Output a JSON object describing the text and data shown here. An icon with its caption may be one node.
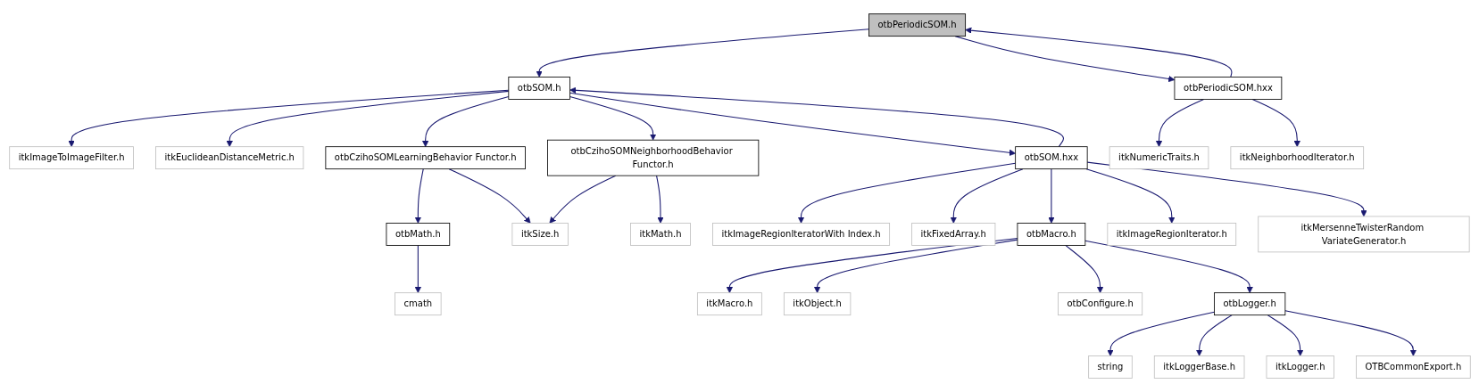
{
  "diagram": {
    "nodes": [
      {
        "text": [
          "otbPeriodicSOM.h"
        ]
      },
      {
        "text": [
          "otbSOM.h"
        ]
      },
      {
        "text": [
          "otbPeriodicSOM.hxx"
        ]
      },
      {
        "text": [
          "itkImageToImageFilter.h"
        ]
      },
      {
        "text": [
          "itkEuclideanDistanceMetric.h"
        ]
      },
      {
        "text": [
          "otbCzihoSOMLearningBehavior Functor.h"
        ]
      },
      {
        "text": [
          "otbCzihoSOMNeighborhoodBehavior Functor.h"
        ]
      },
      {
        "text": [
          "otbSOM.hxx"
        ]
      },
      {
        "text": [
          "itkNumericTraits.h"
        ]
      },
      {
        "text": [
          "itkNeighborhoodIterator.h"
        ]
      },
      {
        "text": [
          "otbMath.h"
        ]
      },
      {
        "text": [
          "itkSize.h"
        ]
      },
      {
        "text": [
          "itkMath.h"
        ]
      },
      {
        "text": [
          "itkImageRegionIteratorWith Index.h"
        ]
      },
      {
        "text": [
          "itkFixedArray.h"
        ]
      },
      {
        "text": [
          "otbMacro.h"
        ]
      },
      {
        "text": [
          "itkImageRegionIterator.h"
        ]
      },
      {
        "text": [
          "itkMersenneTwisterRandom VariateGenerator.h"
        ]
      },
      {
        "text": [
          "cmath"
        ]
      },
      {
        "text": [
          "itkMacro.h"
        ]
      },
      {
        "text": [
          "itkObject.h"
        ]
      },
      {
        "text": [
          "otbConfigure.h"
        ]
      },
      {
        "text": [
          "otbLogger.h"
        ]
      },
      {
        "text": [
          "string"
        ]
      },
      {
        "text": [
          "itkLoggerBase.h"
        ]
      },
      {
        "text": [
          "itkLogger.h"
        ]
      },
      {
        "text": [
          "OTBCommonExport.h"
        ]
      }
    ],
    "edges": [
      {
        "from": 0,
        "to": 1,
        "arrow": "to"
      },
      {
        "from": 0,
        "to": 2,
        "arrow": "to"
      },
      {
        "from": 2,
        "to": 0,
        "arrow": "to"
      },
      {
        "from": 1,
        "to": 3,
        "arrow": "to"
      },
      {
        "from": 1,
        "to": 4,
        "arrow": "to"
      },
      {
        "from": 1,
        "to": 5,
        "arrow": "to"
      },
      {
        "from": 1,
        "to": 6,
        "arrow": "to"
      },
      {
        "from": 1,
        "to": 7,
        "arrow": "to"
      },
      {
        "from": 7,
        "to": 1,
        "arrow": "to"
      },
      {
        "from": 2,
        "to": 8,
        "arrow": "to"
      },
      {
        "from": 2,
        "to": 9,
        "arrow": "to"
      },
      {
        "from": 5,
        "to": 10,
        "arrow": "to"
      },
      {
        "from": 5,
        "to": 11,
        "arrow": "to"
      },
      {
        "from": 6,
        "to": 11,
        "arrow": "to"
      },
      {
        "from": 6,
        "to": 12,
        "arrow": "to"
      },
      {
        "from": 7,
        "to": 13,
        "arrow": "to"
      },
      {
        "from": 7,
        "to": 14,
        "arrow": "to"
      },
      {
        "from": 7,
        "to": 15,
        "arrow": "to"
      },
      {
        "from": 7,
        "to": 16,
        "arrow": "to"
      },
      {
        "from": 7,
        "to": 17,
        "arrow": "to"
      },
      {
        "from": 10,
        "to": 18,
        "arrow": "to"
      },
      {
        "from": 15,
        "to": 19,
        "arrow": "to"
      },
      {
        "from": 15,
        "to": 20,
        "arrow": "to"
      },
      {
        "from": 15,
        "to": 21,
        "arrow": "to"
      },
      {
        "from": 15,
        "to": 22,
        "arrow": "to"
      },
      {
        "from": 22,
        "to": 23,
        "arrow": "to"
      },
      {
        "from": 22,
        "to": 24,
        "arrow": "to"
      },
      {
        "from": 22,
        "to": 25,
        "arrow": "to"
      },
      {
        "from": 22,
        "to": 26,
        "arrow": "to"
      }
    ]
  }
}
